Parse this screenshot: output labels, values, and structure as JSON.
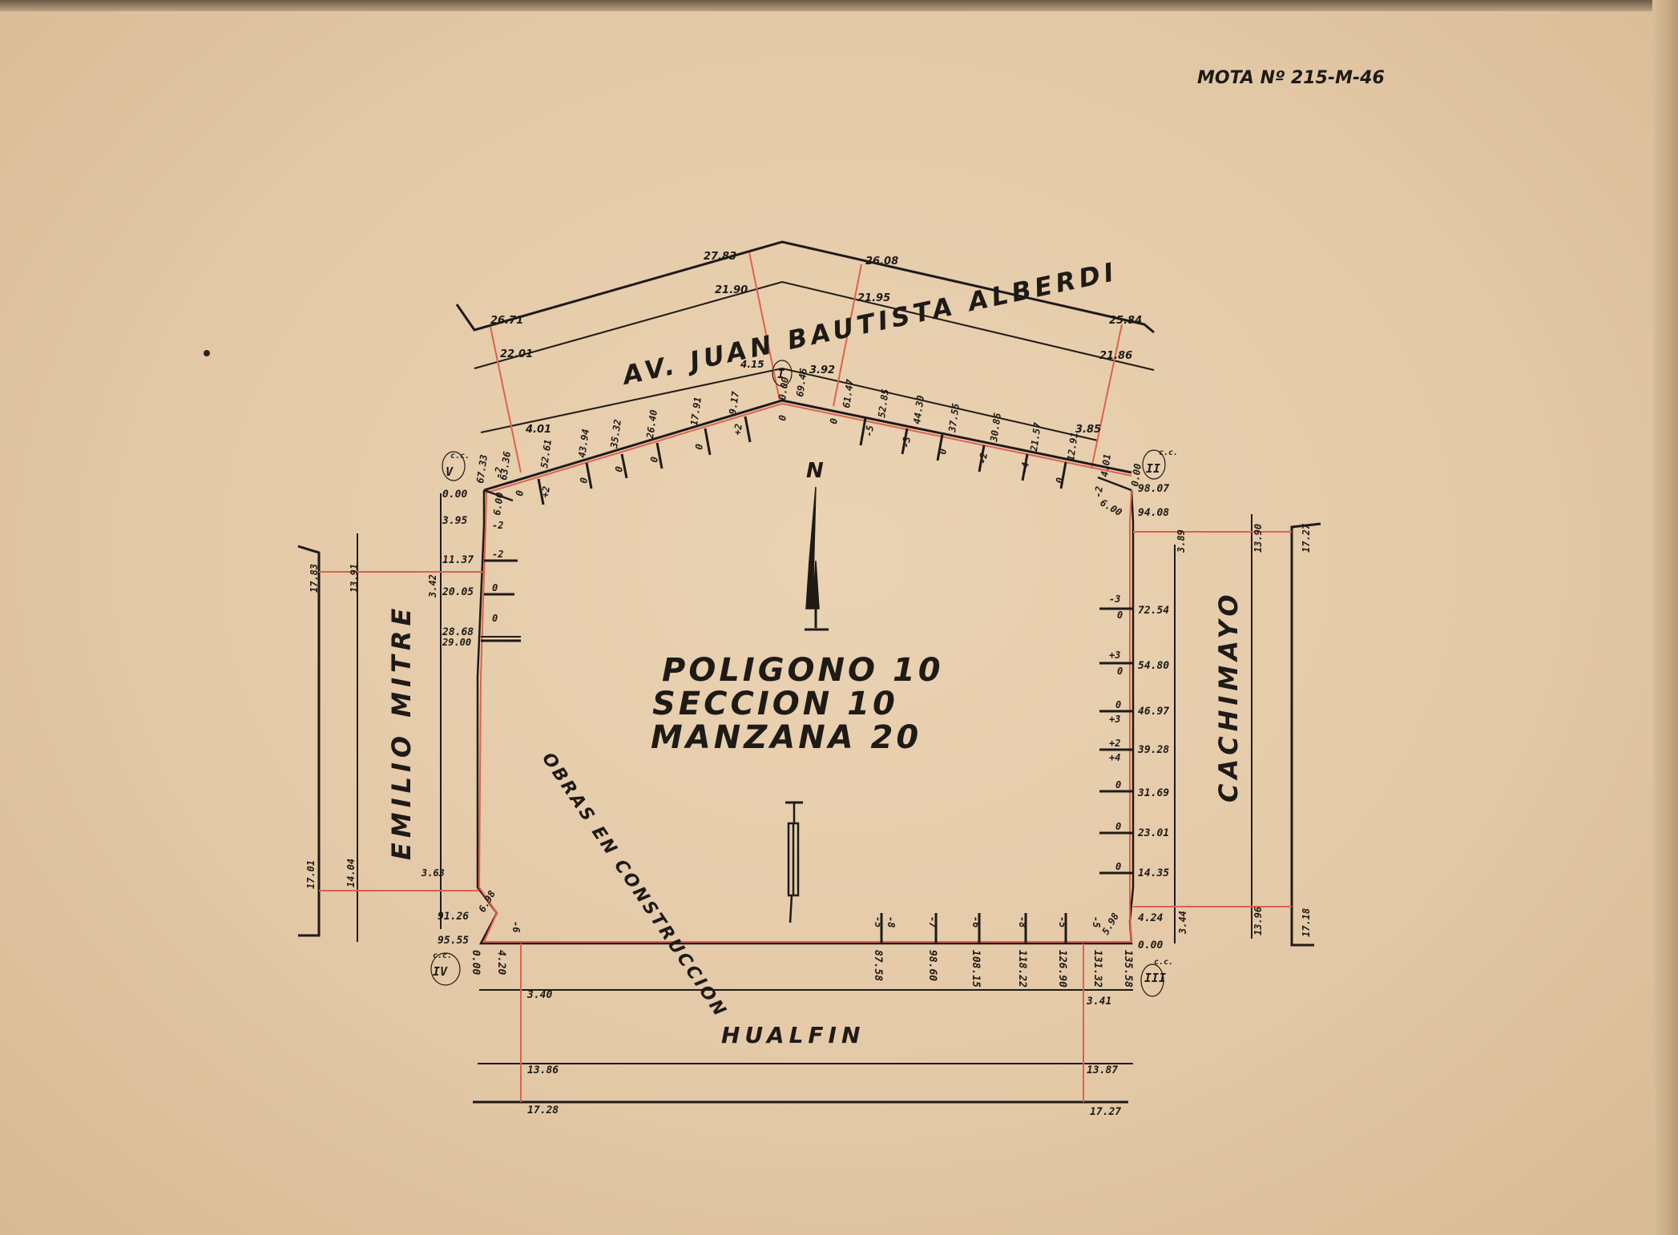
{
  "document_ref": "MOTA Nº 215-M-46",
  "block": {
    "poligono": "POLIGONO 10",
    "seccion": "SECCION 10",
    "manzana": "MANZANA 20",
    "note": "OBRAS EN CONSTRUCCION"
  },
  "streets": {
    "north": "AV. JUAN BAUTISTA ALBERDI",
    "west": "EMILIO MITRE",
    "east": "CACHIMAYO",
    "south": "HUALFIN"
  },
  "compass": {
    "north_label": "N"
  },
  "corners": {
    "I": "I",
    "II": "II",
    "III": "III",
    "IV": "IV",
    "V": "V",
    "cc": "c.c."
  },
  "north_avenue": {
    "outer": {
      "a": "26.71",
      "b": "27.83",
      "c": "26.08",
      "d": "25.84"
    },
    "middle": {
      "a": "22.01",
      "b": "21.90",
      "c": "21.95",
      "d": "21.86"
    },
    "inner": {
      "a": "4.01",
      "b": "4.15",
      "c": "3.92",
      "d": "3.85"
    },
    "chainage": [
      "67.33",
      "63.36",
      "52.61",
      "43.94",
      "35.32",
      "26.40",
      "17.91",
      "9.17",
      "0.00",
      "69.46",
      "61.47",
      "52.85",
      "44.30",
      "37.55",
      "30.86",
      "21.57",
      "12.91",
      "4.01",
      "0.00"
    ],
    "offsets_left": [
      "-2",
      "0",
      "+2",
      "0",
      "0",
      "0",
      "0",
      "+2",
      "0"
    ],
    "offsets_right": [
      "0",
      "-5",
      "-3",
      "0",
      "-2",
      "-4",
      "0",
      "-2"
    ]
  },
  "west_side": {
    "chainage": [
      "0.00",
      "3.95",
      "11.37",
      "20.05",
      "28.68",
      "29.00",
      "91.26",
      "95.55"
    ],
    "offsets": [
      "-2",
      "-2",
      "0",
      "0"
    ],
    "widths": [
      "17.83",
      "13.91",
      "3.42",
      "17.01",
      "14.04",
      "3.63"
    ],
    "corner_cut": [
      "6.00",
      "6.98"
    ]
  },
  "east_side": {
    "chainage": [
      "98.07",
      "94.08",
      "72.54",
      "54.80",
      "46.97",
      "39.28",
      "31.69",
      "23.01",
      "14.35",
      "4.24",
      "0.00"
    ],
    "offsets": [
      "-3",
      "0",
      "+3",
      "0",
      "0",
      "+3",
      "+2",
      "+4",
      "0",
      "0",
      "0"
    ],
    "widths": [
      "17.27",
      "13.90",
      "3.89",
      "17.18",
      "13.96",
      "3.44"
    ],
    "corner_cut": [
      "6.00",
      "5.98"
    ]
  },
  "south_side": {
    "chainage": [
      "0.00",
      "4.20",
      "87.58",
      "98.60",
      "108.15",
      "118.22",
      "126.90",
      "131.32",
      "135.58"
    ],
    "offsets": [
      "-6",
      "-5",
      "-8",
      "-7",
      "-6",
      "-8",
      "-5",
      "-5"
    ],
    "widths_left": [
      "3.40",
      "13.86",
      "17.28"
    ],
    "widths_right": [
      "3.41",
      "13.87",
      "17.27"
    ]
  }
}
